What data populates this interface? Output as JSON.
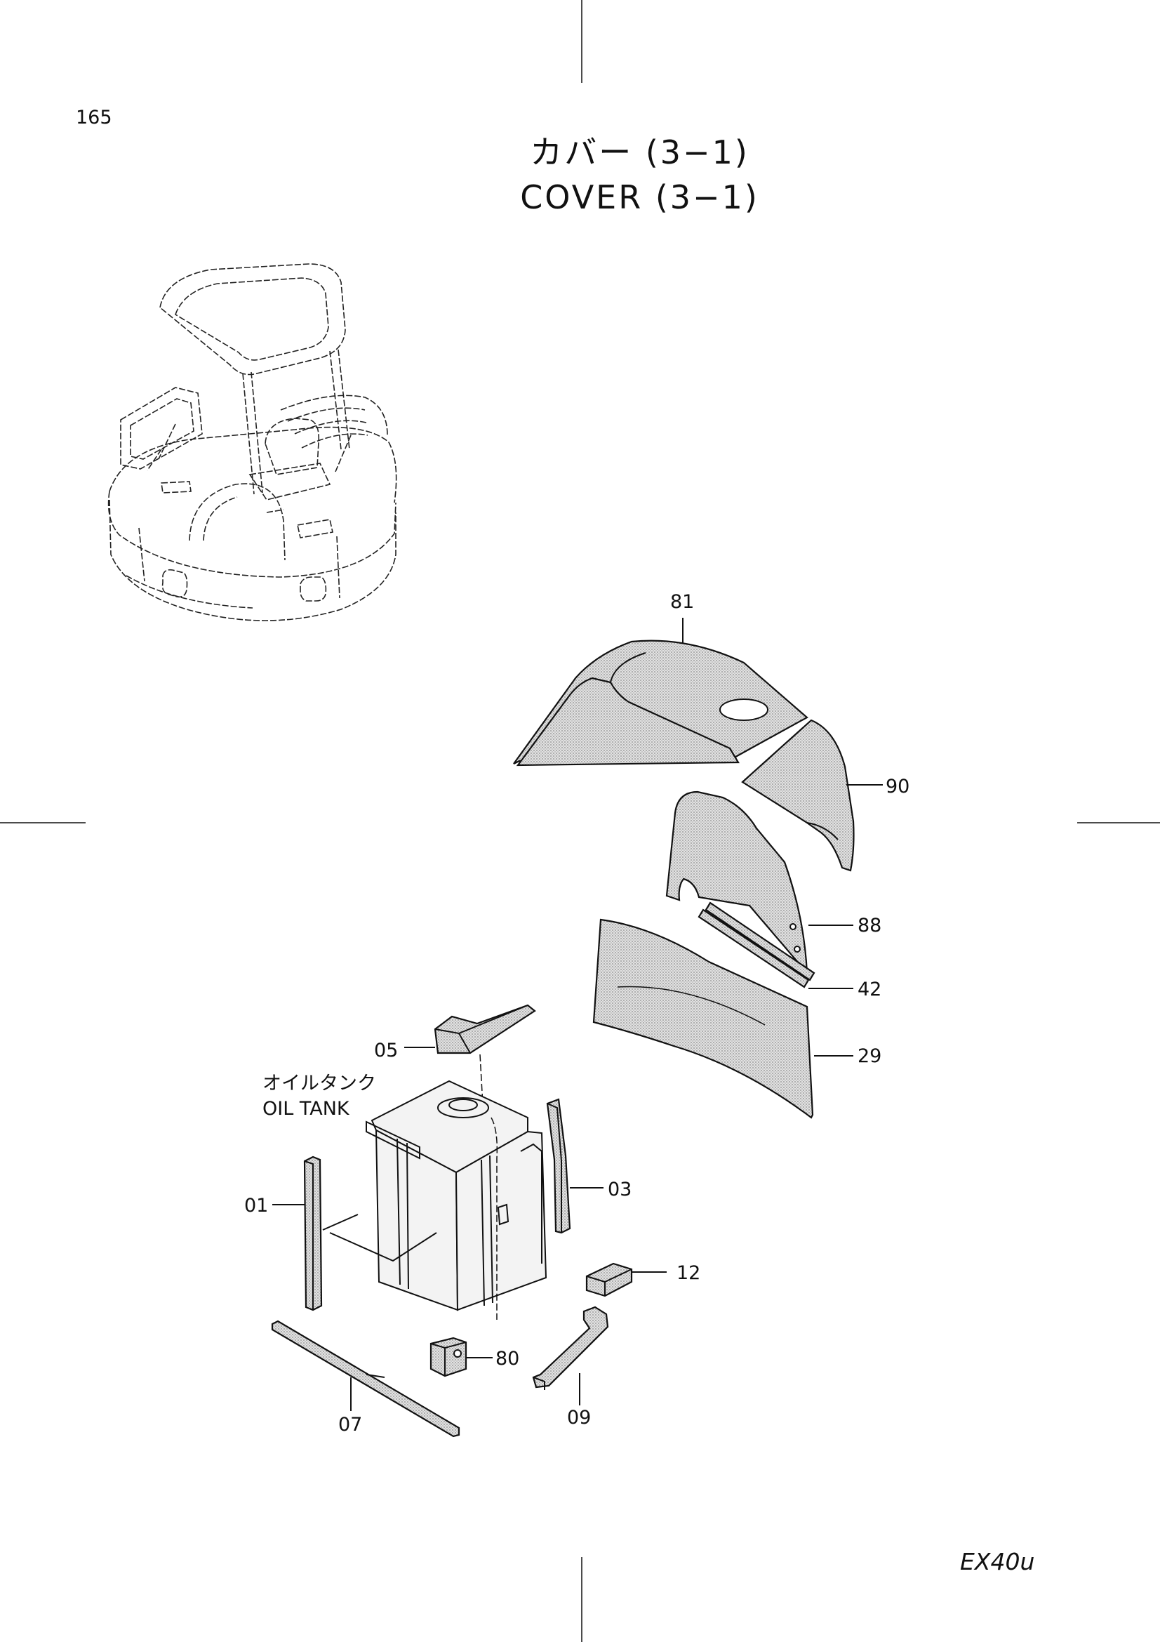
{
  "page": {
    "number": "165",
    "model_code": "EX40u"
  },
  "title": {
    "japanese": "カバー (3−1)",
    "english": "COVER (3−1)"
  },
  "assembly": {
    "label_japanese": "オイルタンク",
    "label_english": "OIL TANK"
  },
  "callouts": [
    {
      "id": "81"
    },
    {
      "id": "90"
    },
    {
      "id": "88"
    },
    {
      "id": "42"
    },
    {
      "id": "29"
    },
    {
      "id": "05"
    },
    {
      "id": "03"
    },
    {
      "id": "01"
    },
    {
      "id": "12"
    },
    {
      "id": "80"
    },
    {
      "id": "07"
    },
    {
      "id": "09"
    }
  ]
}
